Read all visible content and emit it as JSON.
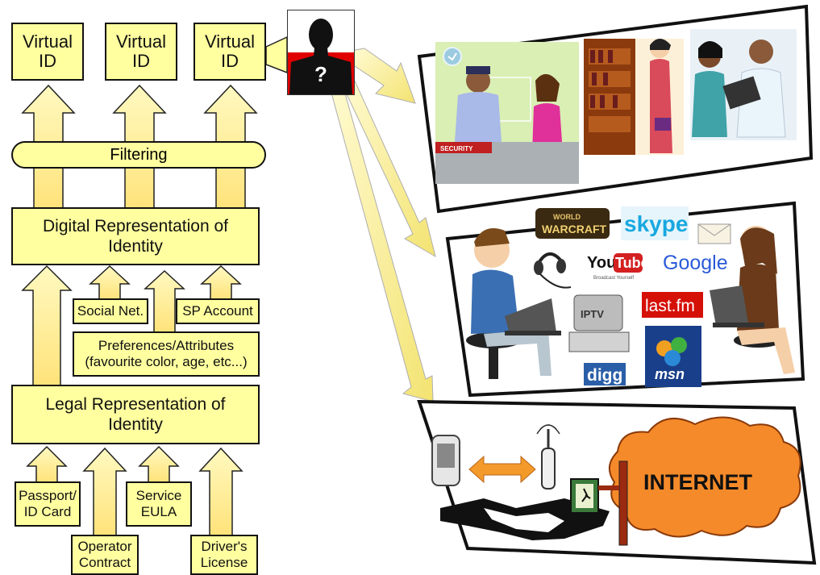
{
  "virtual_ids": [
    {
      "label": "Virtual\nID"
    },
    {
      "label": "Virtual\nID"
    },
    {
      "label": "Virtual\nID"
    }
  ],
  "filtering": "Filtering",
  "digital_representation": "Digital Representation of\nIdentity",
  "legal_representation": "Legal Representation of\nIdentity",
  "inputs": {
    "social_net": "Social Net.",
    "sp_account": "SP Account",
    "preferences": "Preferences/Attributes\n(favourite color, age, etc...)"
  },
  "sources": {
    "passport": "Passport/\nID Card",
    "operator": "Operator\nContract",
    "service": "Service\nEULA",
    "driver": "Driver's\nLicense"
  },
  "persona_mark": "?",
  "online_services": [
    "WORLD",
    "WARCRAFT",
    "skype",
    "YouTube",
    "Broadcast Yourself",
    "Google",
    "last.fm",
    "IPTV",
    "digg",
    "msn"
  ],
  "security_sign": "SECURITY",
  "internet_label": "INTERNET",
  "colors": {
    "box_fill": "#ffffa0",
    "arrow_fill": "#ffe88a",
    "outline": "#111111"
  }
}
